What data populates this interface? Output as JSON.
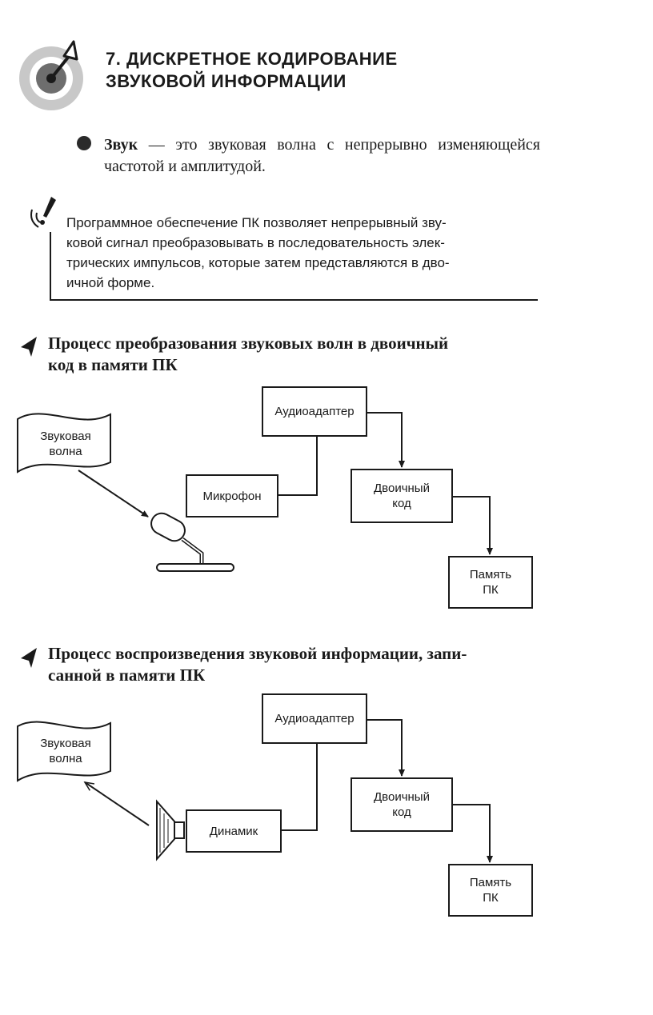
{
  "header": {
    "title_line1": "7. ДИСКРЕТНОЕ КОДИРОВАНИЕ",
    "title_line2": "ЗВУКОВОЙ ИНФОРМАЦИИ"
  },
  "definition": {
    "term": "Звук",
    "text": " — это звуковая волна с непрерывно изменяющейся частотой и амплитудой."
  },
  "note": {
    "lines": [
      "Программное обеспечение ПК позволяет непрерывный зву-",
      "ковой сигнал преобразовывать в последовательность элек-",
      "трических импульсов, которые затем представляются в дво-",
      "ичной форме."
    ]
  },
  "diagram1": {
    "heading_line1": "Процесс преобразования звуковых волн в двоичный",
    "heading_line2": "код в памяти ПК",
    "wave_label": "Звуковая\nволна",
    "audio_adapter": "Аудиоадаптер",
    "microphone": "Микрофон",
    "binary_code": "Двоичный\nкод",
    "memory": "Память\nПК"
  },
  "diagram2": {
    "heading_line1": "Процесс воспроизведения звуковой информации, запи-",
    "heading_line2": "санной в памяти ПК",
    "wave_label": "Звуковая\nволна",
    "audio_adapter": "Аудиоадаптер",
    "speaker": "Динамик",
    "binary_code": "Двоичный\nкод",
    "memory": "Память\nПК"
  },
  "icons": {
    "section": "target-dart-icon",
    "note": "exclamation-icon",
    "bullet": "bullet-icon",
    "pointer": "arrow-pointer-icon"
  }
}
